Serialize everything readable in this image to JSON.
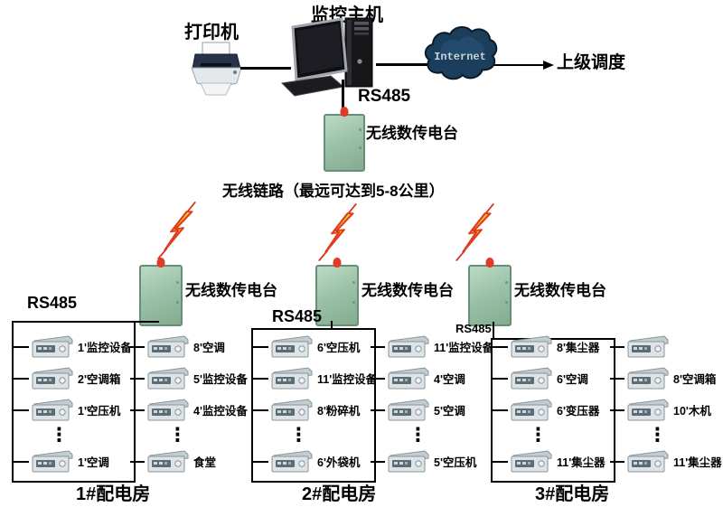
{
  "top": {
    "host_label": "监控主机",
    "printer_label": "打印机",
    "internet_label": "Internet",
    "dispatch_label": "上级调度",
    "rs485_label": "RS485",
    "radio_label": "无线数传电台",
    "link_label": "无线链路（最远可达到5-8公里）"
  },
  "colors": {
    "radio_green": "#9cc3a9",
    "bolt_yellow": "#ffd530",
    "bolt_outline": "#e03c1e",
    "cloud_navy": "#1b3e5c",
    "line_black": "#000000"
  },
  "misc": {
    "dots_char": "⋮"
  },
  "groups": [
    {
      "rs485_label": "RS485",
      "radio_label": "无线数传电台",
      "name": "1#配电房",
      "left_devices": [
        "1'监控设备",
        "2'空调箱",
        "1'空压机",
        "⋮",
        "1'空调"
      ],
      "right_devices": [
        "8'空调",
        "5'监控设备",
        "4'监控设备",
        "⋮",
        "食堂"
      ]
    },
    {
      "rs485_label": "RS485",
      "radio_label": "无线数传电台",
      "name": "2#配电房",
      "left_devices": [
        "6'空压机",
        "11'监控设备",
        "8'粉碎机",
        "⋮",
        "6'外袋机"
      ],
      "right_devices": [
        "11'监控设备",
        "4'空调",
        "5'空调",
        "⋮",
        "5'空压机"
      ]
    },
    {
      "rs485_label": "RS485",
      "radio_label": "无线数传电台",
      "name": "3#配电房",
      "left_devices": [
        "8'集尘器",
        "6'空调",
        "6'变压器",
        "⋮",
        "11'集尘器"
      ],
      "right_devices": [
        "",
        "8'空调箱",
        "10'木机",
        "⋮",
        "11'集尘器"
      ]
    }
  ]
}
